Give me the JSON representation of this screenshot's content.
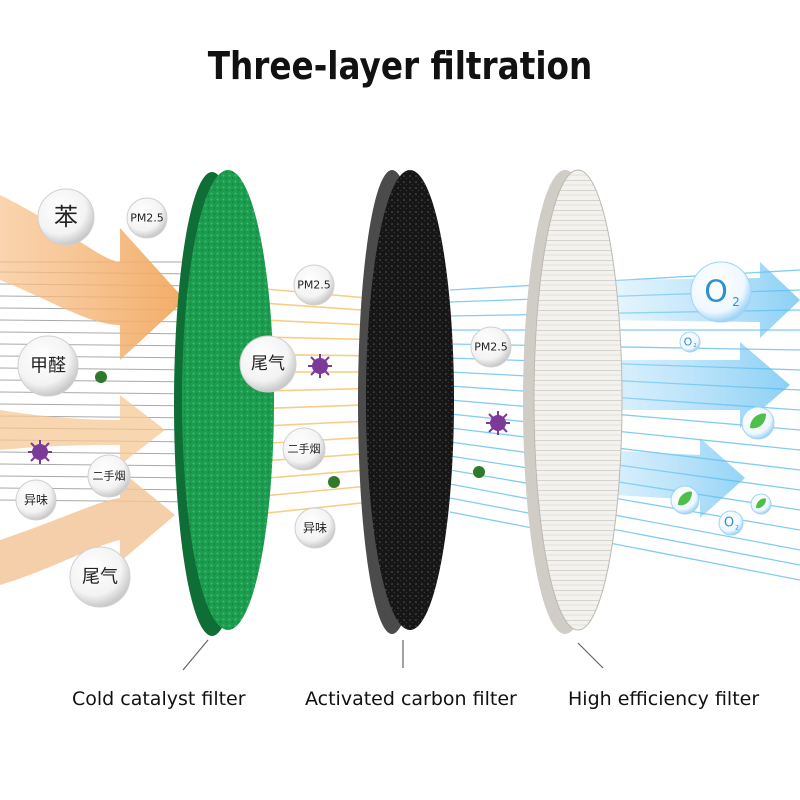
{
  "title": "Three-layer filtration",
  "pollutants": {
    "benzene": "苯",
    "pm25": "PM2.5",
    "formaldehyde": "甲醛",
    "exhaust": "尾气",
    "secondhand_smoke": "二手烟",
    "odor": "异味"
  },
  "oxygen": {
    "o2": "O",
    "sub": "2"
  },
  "filters": [
    {
      "name": "Cold catalyst filter",
      "color": "#1a9a4e"
    },
    {
      "name": "Activated carbon filter",
      "color": "#1b1b1b"
    },
    {
      "name": "High efficiency filter",
      "color": "#ecebe6"
    }
  ],
  "colors": {
    "intake_arrow": "#f2a860",
    "clean_air": "#52b8f0",
    "germ": "#7b3a9a",
    "leaf": "#4fbf4a"
  }
}
